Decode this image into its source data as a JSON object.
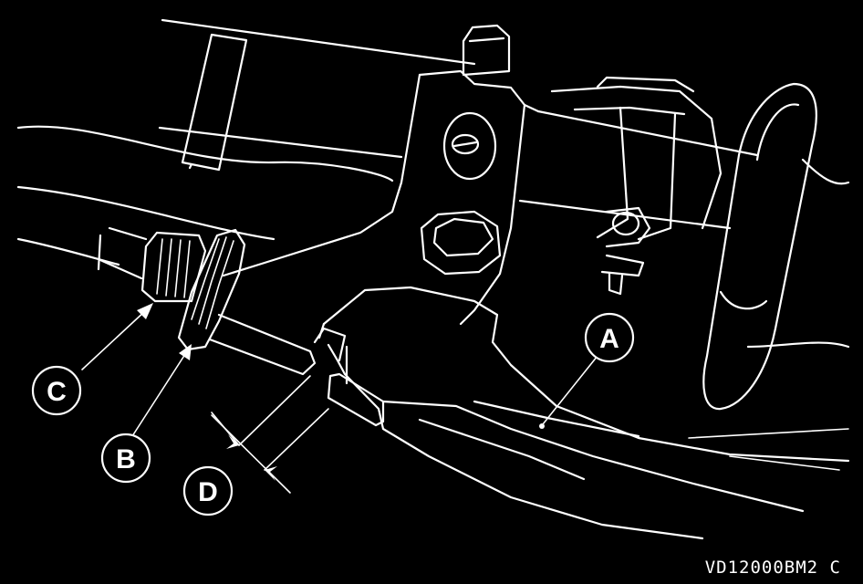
{
  "callouts": {
    "a": "A",
    "b": "B",
    "c": "C",
    "d": "D"
  },
  "figure_code": "VD12000BM2 C",
  "colors": {
    "background": "#000000",
    "line": "#ffffff"
  }
}
